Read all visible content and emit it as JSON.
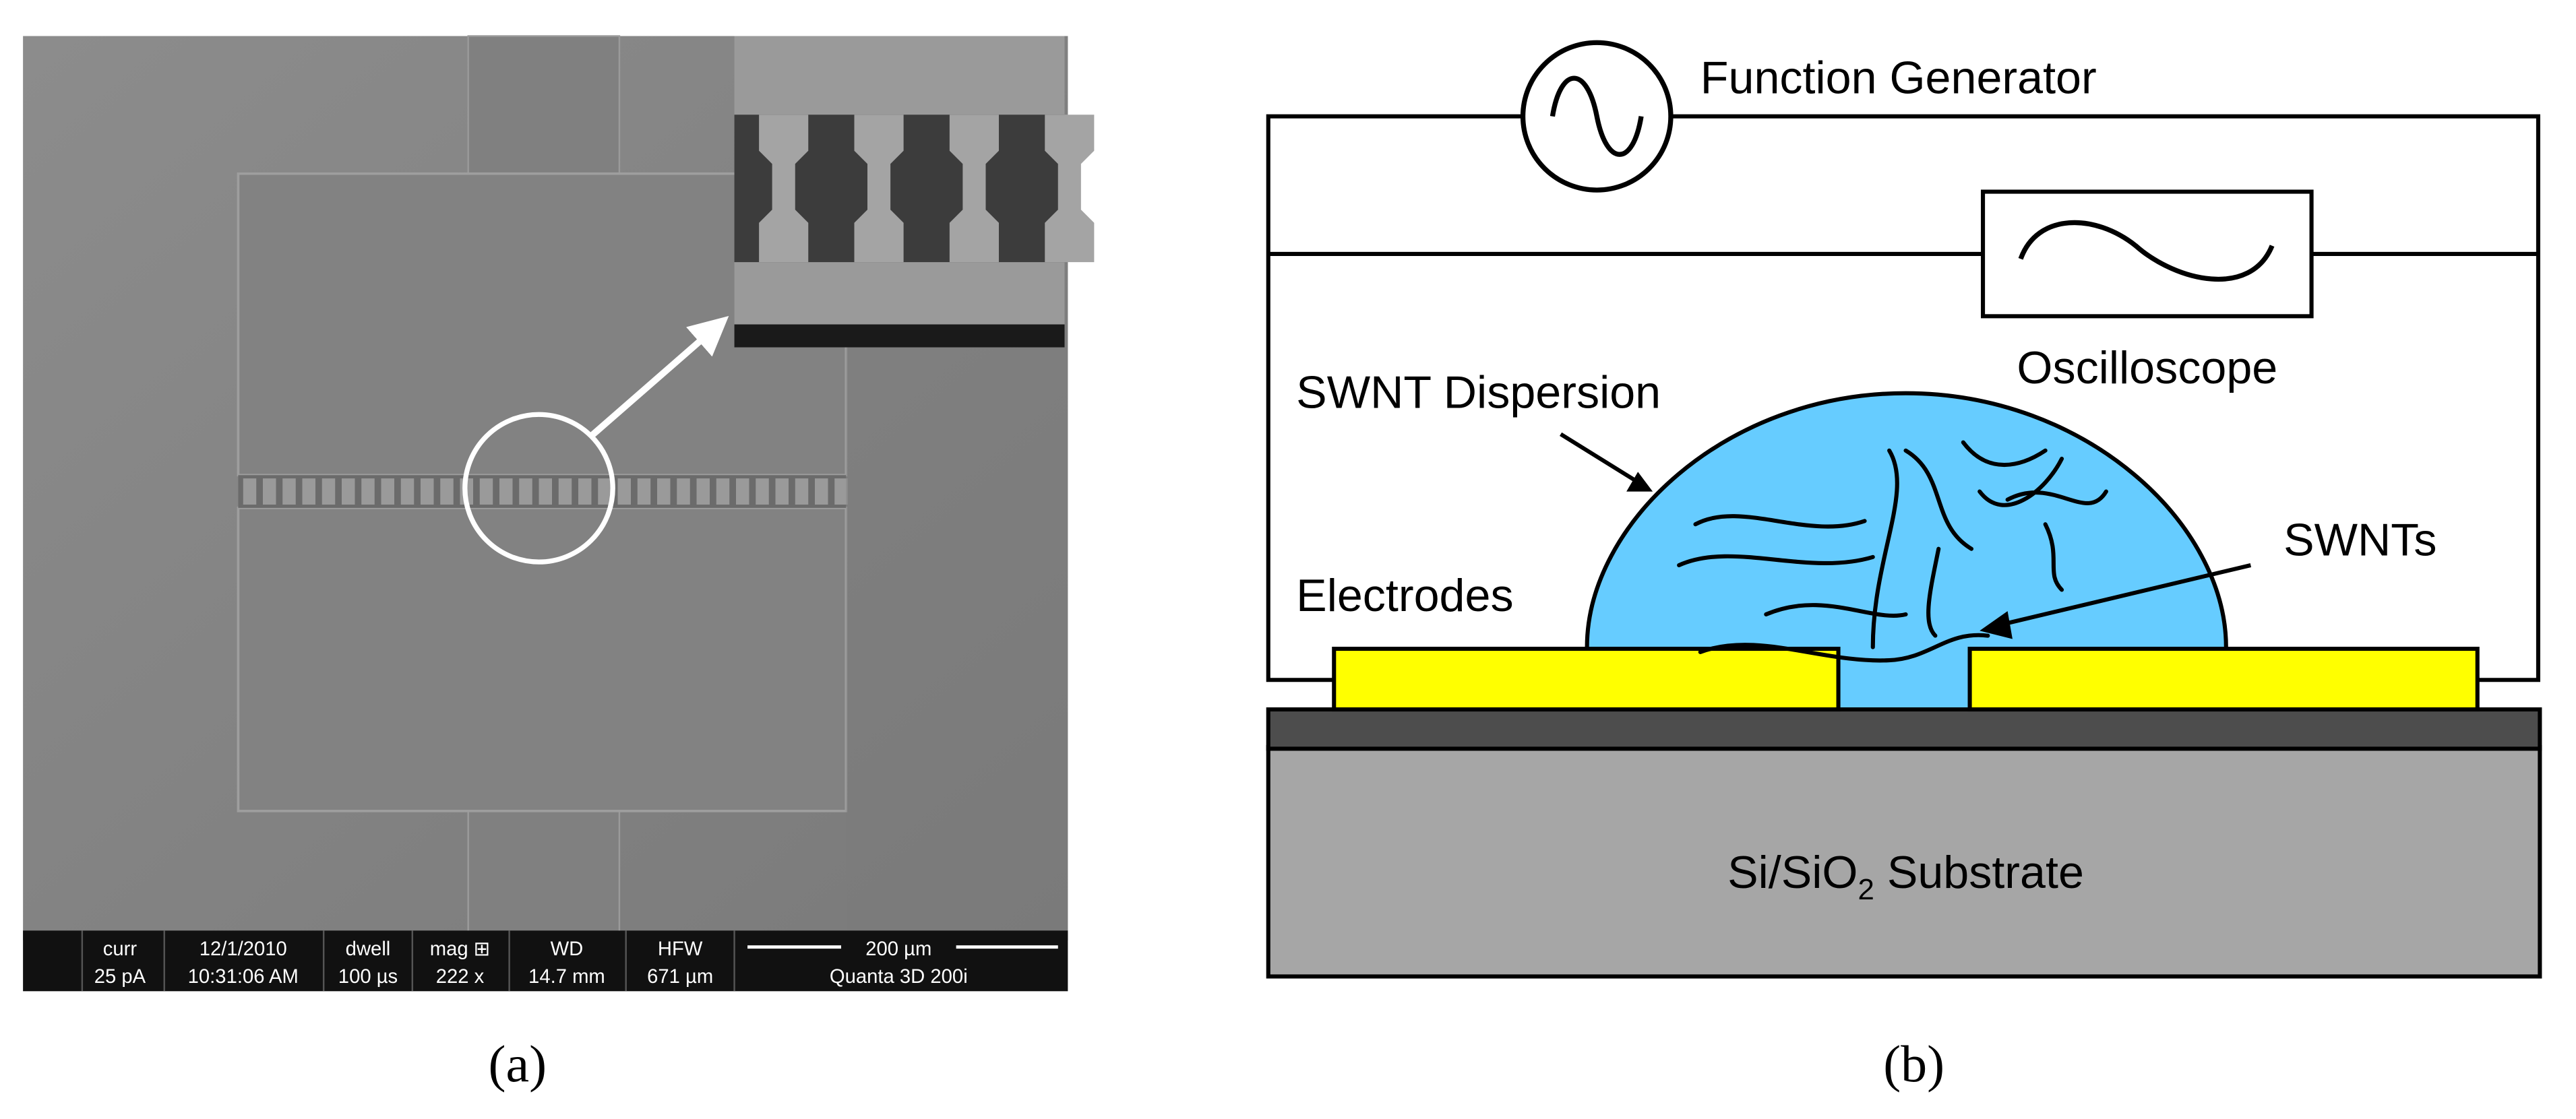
{
  "panel_a": {
    "caption": "(a)",
    "info_bar": {
      "curr_label": "curr",
      "curr_value": "25 pA",
      "date": "12/1/2010",
      "time": "10:31:06 AM",
      "dwell_label": "dwell",
      "dwell_value": "100 µs",
      "mag_label": "mag ⊞",
      "mag_value": "222 x",
      "wd_label": "WD",
      "wd_value": "14.7 mm",
      "hfw_label": "HFW",
      "hfw_value": "671 µm",
      "scale_label": "200 µm",
      "instrument": "Quanta 3D 200i"
    }
  },
  "panel_b": {
    "caption": "(b)",
    "function_generator": "Function Generator",
    "oscilloscope": "Oscilloscope",
    "swnt_dispersion": "SWNT Dispersion",
    "swnts": "SWNTs",
    "electrodes": "Electrodes",
    "substrate_main": "Si/SiO",
    "substrate_sub": "2",
    "substrate_suffix": " Substrate"
  },
  "colors": {
    "dispersion": "#66ccff",
    "electrode": "#ffff00",
    "oxide_layer": "#4d4d4d",
    "substrate": "#a6a6a6"
  }
}
